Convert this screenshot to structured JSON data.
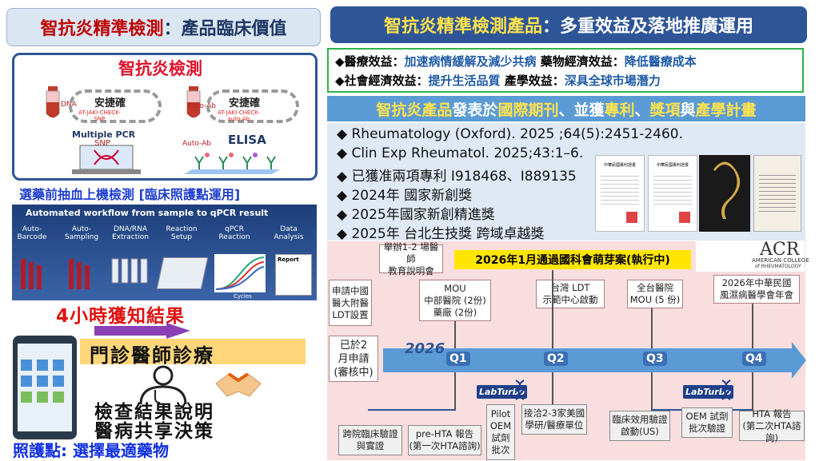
{
  "left_title": {
    "hl": "智抗炎精準檢測",
    "rest": "：產品臨床價值"
  },
  "right_title": {
    "hl": "智抗炎精準檢測產品",
    "rest": "：多重效益及落地推廣運用"
  },
  "test_panel": {
    "title": "智抗炎檢測",
    "left_pill": "安捷確",
    "left_pill_sub": "AT-JAKI-CHECK-\nSNP",
    "right_pill": "安捷確",
    "right_pill_sub": "AT-JAKI-CHECK-\nauto-Ab",
    "dna_label": "DNA",
    "autoab_label": "Auto-Ab",
    "pcr_label": "Multiple PCR",
    "snp_label": "SNP",
    "elisa_label": "ELISA",
    "autoab2_label": "Auto-Ab"
  },
  "caption_1": "選藥前抽血上機檢測 [臨床照護點運用]",
  "workflow": {
    "title": "Automated workflow from sample to qPCR result",
    "steps": [
      "Auto-\nBarcode",
      "Auto-\nSampling",
      "DNA/RNA\nExtraction",
      "Reaction\nSetup",
      "qPCR\nReaction",
      "Data\nAnalysis"
    ],
    "report": "Report",
    "cycles": "Cycles"
  },
  "four_hour": "4小時獲知結果",
  "clinic": "門診醫師診療",
  "explain1": "檢查結果說明",
  "explain2": "醫病共享決策",
  "caption_2": "照護點: 選擇最適藥物",
  "benefits": {
    "l1a": "◆醫療效益：",
    "l1b": "加速病情緩解及減少共病",
    "l1c": " 藥物經濟效益：",
    "l1d": "降低醫療成本",
    "l2a": "◆社會經濟效益：",
    "l2b": "提升生活品質",
    "l2c": " 產學效益：",
    "l2d": "深具全球市場潛力"
  },
  "pub_header": {
    "a": "智抗炎產品",
    "b": "發表於",
    "c": "國際期刊",
    "d": "、並獲",
    "e": "專利",
    "f": "、",
    "g": "獎項",
    "h": "與",
    "i": "產學計畫"
  },
  "pubs": [
    "◆ Rheumatology (Oxford). 2025 ;64(5):2451-2460.",
    "◆ Clin Exp Rheumatol. 2025;43:1–6.",
    "◆ 已獲准兩項專利 I918468、I889135",
    "◆ 2024年 國家新創獎",
    "◆ 2025年國家新創精進獎",
    "◆ 2025年 台北生技獎 跨域卓越獎"
  ],
  "cert_title": "中華民國專利證書",
  "acr": {
    "logo": "ACR",
    "line1": "AMERICAN COLLEGE",
    "line2": "of RHEUMATOLOGY"
  },
  "timeline": {
    "banner": "2026年1月通過國科會萌芽案(執行中)",
    "year": "2026",
    "quarters": [
      "Q1",
      "Q2",
      "Q3",
      "Q4"
    ],
    "top_boxes": [
      "舉辦1-2 場醫師\n教育說明會",
      "申請中國\n醫大附醫\nLDT設置",
      "MOU\n中部醫院 (2份)\n藥廠 (2份)",
      "台灣 LDT\n示範中心啟動",
      "全台醫院\nMOU (5 份)",
      "2026年中華民國\n風濕病醫學會年會"
    ],
    "applied": "已於2\n月申請\n(審核中)",
    "bottom_boxes": [
      "跨院臨床驗證\n與實證",
      "pre-HTA 報告\n(第一次HTA諮詢)",
      "Pilot\nOEM\n試劑\n批次",
      "接洽2-3家美國\n學研/醫療單位",
      "臨床效用驗證\n啟動(US)",
      "OEM 試劑\n批次驗證",
      "HTA 報告\n(第二次HTA諮詢)"
    ],
    "lab_tag": "LabTurbo"
  }
}
